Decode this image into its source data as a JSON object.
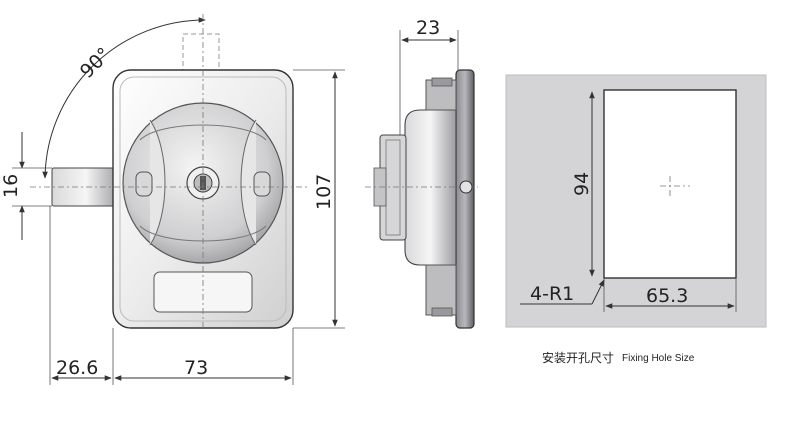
{
  "dimensions": {
    "angle": "90°",
    "bolt_height": "16",
    "body_height": "107",
    "depth": "23",
    "bolt_projection": "26.6",
    "body_width": "73",
    "hole_height": "94",
    "hole_width": "65.3",
    "corner_radius": "4-R1"
  },
  "caption": {
    "cn": "安装开孔尺寸",
    "en": "Fixing Hole Size"
  },
  "colors": {
    "panel_bg": "#d4d4d6",
    "hole_fill": "#ffffff",
    "metal_light": "#f2f2f2",
    "metal_mid": "#b9b9bb",
    "metal_dark": "#6a6a70"
  }
}
